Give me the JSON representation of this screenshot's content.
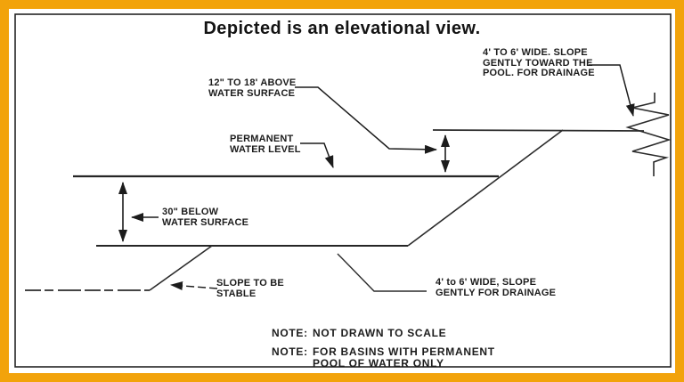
{
  "window": {
    "title": "Depicted is an elevational view."
  },
  "colors": {
    "frame_border": "#F2A30B",
    "ink": "#1c1c1c"
  },
  "diagram": {
    "type": "elevational-section-of-basin",
    "labels": {
      "freeboard": {
        "l1": "12\" TO 18' ABOVE",
        "l2": "WATER SURFACE"
      },
      "water_level": {
        "l1": "PERMANENT",
        "l2": "WATER LEVEL"
      },
      "depth": {
        "l1": "30\" BELOW",
        "l2": "WATER SURFACE"
      },
      "stable_slope": {
        "l1": "SLOPE TO BE",
        "l2": "STABLE"
      },
      "upper_bench": {
        "l1": "4' TO 6' WIDE. SLOPE",
        "l2": "GENTLY TOWARD THE",
        "l3": "POOL. FOR DRAINAGE"
      },
      "lower_bench": {
        "l1": "4' to 6' WIDE, SLOPE",
        "l2": "GENTLY FOR DRAINAGE"
      }
    },
    "notes": [
      {
        "label": "NOTE:",
        "l1": "NOT DRAWN TO SCALE",
        "l2": ""
      },
      {
        "label": "NOTE:",
        "l1": "FOR BASINS WITH PERMANENT",
        "l2": "POOL OF WATER ONLY"
      }
    ]
  }
}
